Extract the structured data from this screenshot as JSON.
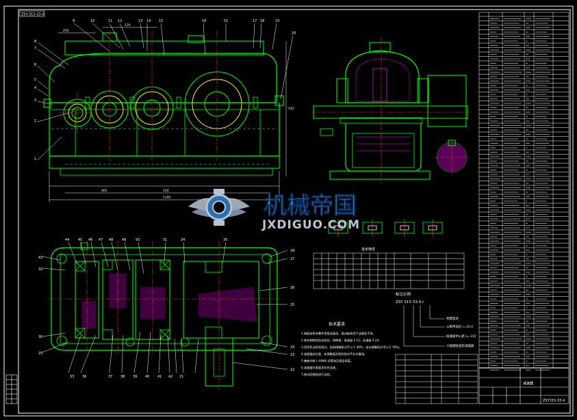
{
  "title_tag": "ZSY-315-33.4",
  "watermark": {
    "brand": "机械帝国",
    "url": "JXDIGUO.COM"
  },
  "dimensions": {
    "top_length_a": "250",
    "top_length_b": "120",
    "bottom_a": "465",
    "bottom_b": "520",
    "bottom_total": "1195",
    "side_height": "315"
  },
  "part_labels_top": [
    "9",
    "10",
    "11",
    "12",
    "13",
    "14",
    "15",
    "16",
    "51",
    "17",
    "18",
    "19",
    "20"
  ],
  "part_labels_left_top": [
    "8",
    "7",
    "6",
    "5",
    "4",
    "3",
    "2",
    "1"
  ],
  "part_labels_bottom": [
    "44",
    "45",
    "46",
    "47",
    "48",
    "49",
    "50",
    "31",
    "34",
    "35",
    "33",
    "36",
    "37",
    "38",
    "39",
    "40",
    "41",
    "42",
    "43",
    "32",
    "30",
    "29",
    "28",
    "27",
    "26",
    "25",
    "24",
    "23",
    "22",
    "21"
  ],
  "table_title": "零件明细表",
  "tech_req": {
    "title": "技术要求",
    "lines": [
      "1.装配前所有零件用煤油清洗，滚动轴承用汽油清洗干净。",
      "2.啮合侧隙用铅丝检验，侧隙值：高速级 0.15，低速级 0.20。",
      "3.用涂色法检验斑点，齿高接触斑点不小于 40%，齿长接触斑点不小于 50%。",
      "4.减速器剖分面、各接触面及密封处均不允许漏油。",
      "5.箱座内装 L-AN68 润滑油至规定高度。",
      "6.减速器外表面涂灰色油漆。",
      "7.按试验规程进行试验。"
    ]
  },
  "marking": {
    "title": "标记示例",
    "code": "ZSY 315-33.4-I",
    "notes": [
      "装配型式",
      "公称传动比 i=33.4",
      "低速级中心距 a=315",
      "三级圆柱齿轮减速器"
    ]
  },
  "tech_table_title": "技术特性",
  "title_block": {
    "name": "减速器",
    "code": "ZSY315-33.4"
  },
  "colors": {
    "background": "#000000",
    "outline": "#00ff00",
    "centerline": "#ff3030",
    "hatch": "#ff00ff",
    "text": "#ffffff",
    "hidden": "#00ffff",
    "dim": "#ffff00",
    "watermark_blue": "#3aa0e8",
    "watermark_gray": "#b8c4d0"
  }
}
